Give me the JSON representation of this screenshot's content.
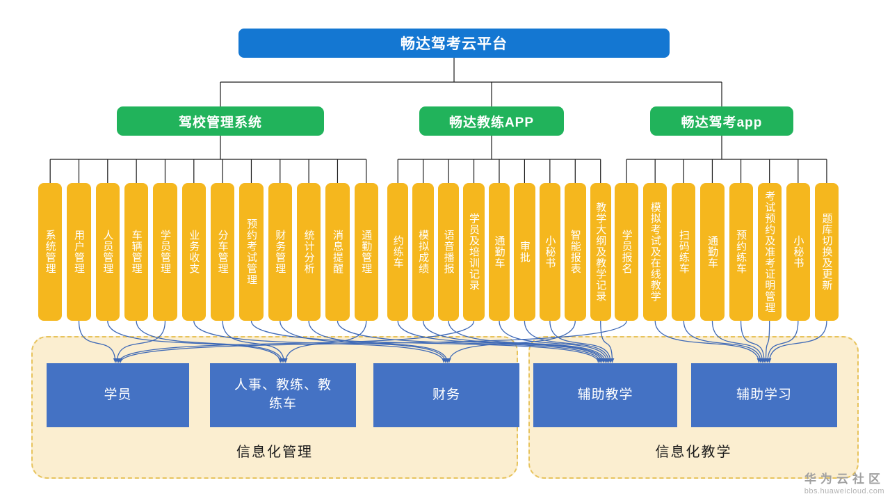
{
  "root": {
    "id": "root",
    "label": "畅达驾考云平台"
  },
  "colors": {
    "root-blue": "#1477d2",
    "green": "#21b35b",
    "amber": "#f5b71e",
    "target-blue": "#4472c4",
    "beige": "#fbeed0",
    "beige-border": "#e7c35c",
    "wire-blue": "#3d68b6",
    "tree-line": "#1a1a1a",
    "wm-gray": "#a0a0a0"
  },
  "groups": [
    {
      "id": "g1",
      "label": "驾校管理系统",
      "leaves": [
        {
          "id": "l1-1",
          "label": "系统管理"
        },
        {
          "id": "l1-2",
          "label": "用户管理"
        },
        {
          "id": "l1-3",
          "label": "人员管理"
        },
        {
          "id": "l1-4",
          "label": "车辆管理"
        },
        {
          "id": "l1-5",
          "label": "学员管理"
        },
        {
          "id": "l1-6",
          "label": "业务收支"
        },
        {
          "id": "l1-7",
          "label": "分车管理"
        },
        {
          "id": "l1-8",
          "label": "预约考试管理"
        },
        {
          "id": "l1-9",
          "label": "财务管理"
        },
        {
          "id": "l1-10",
          "label": "统计分析"
        },
        {
          "id": "l1-11",
          "label": "消息提醒"
        },
        {
          "id": "l1-12",
          "label": "通勤管理"
        }
      ]
    },
    {
      "id": "g2",
      "label": "畅达教练APP",
      "leaves": [
        {
          "id": "l2-1",
          "label": "约练车"
        },
        {
          "id": "l2-2",
          "label": "模拟成绩"
        },
        {
          "id": "l2-3",
          "label": "语音播报"
        },
        {
          "id": "l2-4",
          "label": "学员及培训记录"
        },
        {
          "id": "l2-5",
          "label": "通勤车"
        },
        {
          "id": "l2-6",
          "label": "审批"
        },
        {
          "id": "l2-7",
          "label": "小秘书"
        },
        {
          "id": "l2-8",
          "label": "智能报表"
        },
        {
          "id": "l2-9",
          "label": "教学大纲及教学记录"
        }
      ]
    },
    {
      "id": "g3",
      "label": "畅达驾考app",
      "leaves": [
        {
          "id": "l3-1",
          "label": "学员报名"
        },
        {
          "id": "l3-2",
          "label": "模拟考试及在线教学"
        },
        {
          "id": "l3-3",
          "label": "扫码练车"
        },
        {
          "id": "l3-4",
          "label": "通勤车"
        },
        {
          "id": "l3-5",
          "label": "预约练车"
        },
        {
          "id": "l3-6",
          "label": "考试预约及准考证明管理"
        },
        {
          "id": "l3-7",
          "label": "小秘书"
        },
        {
          "id": "l3-8",
          "label": "题库切换及更新"
        }
      ]
    }
  ],
  "categories": [
    {
      "id": "cat1",
      "label": "信息化管理",
      "targets": [
        {
          "id": "t1",
          "label": "学员"
        },
        {
          "id": "t2",
          "label": "人事、教练、教练车"
        },
        {
          "id": "t3",
          "label": "财务"
        }
      ]
    },
    {
      "id": "cat2",
      "label": "信息化教学",
      "targets": [
        {
          "id": "t4",
          "label": "辅助教学"
        },
        {
          "id": "t5",
          "label": "辅助学习"
        }
      ]
    }
  ],
  "connections": [
    {
      "from": "l1-2",
      "to": "t1"
    },
    {
      "from": "l1-3",
      "to": "t2"
    },
    {
      "from": "l1-4",
      "to": "t2"
    },
    {
      "from": "l1-5",
      "to": "t1"
    },
    {
      "from": "l1-6",
      "to": "t3"
    },
    {
      "from": "l1-7",
      "to": "t2"
    },
    {
      "from": "l1-8",
      "to": "t4"
    },
    {
      "from": "l1-9",
      "to": "t3"
    },
    {
      "from": "l1-10",
      "to": "t3"
    },
    {
      "from": "l1-11",
      "to": "t4"
    },
    {
      "from": "l1-12",
      "to": "t2"
    },
    {
      "from": "l2-1",
      "to": "t4"
    },
    {
      "from": "l2-2",
      "to": "t4"
    },
    {
      "from": "l2-3",
      "to": "t4"
    },
    {
      "from": "l2-4",
      "to": "t1"
    },
    {
      "from": "l2-5",
      "to": "t4"
    },
    {
      "from": "l2-6",
      "to": "t4"
    },
    {
      "from": "l2-7",
      "to": "t4"
    },
    {
      "from": "l2-8",
      "to": "t3"
    },
    {
      "from": "l2-9",
      "to": "t4"
    },
    {
      "from": "l3-1",
      "to": "t1"
    },
    {
      "from": "l3-2",
      "to": "t5"
    },
    {
      "from": "l3-3",
      "to": "t5"
    },
    {
      "from": "l3-4",
      "to": "t5"
    },
    {
      "from": "l3-5",
      "to": "t5"
    },
    {
      "from": "l3-6",
      "to": "t5"
    },
    {
      "from": "l3-7",
      "to": "t5"
    },
    {
      "from": "l3-8",
      "to": "t5"
    }
  ],
  "watermark": {
    "line1": "华为云社区",
    "line2": "bbs.huaweicloud.com"
  }
}
